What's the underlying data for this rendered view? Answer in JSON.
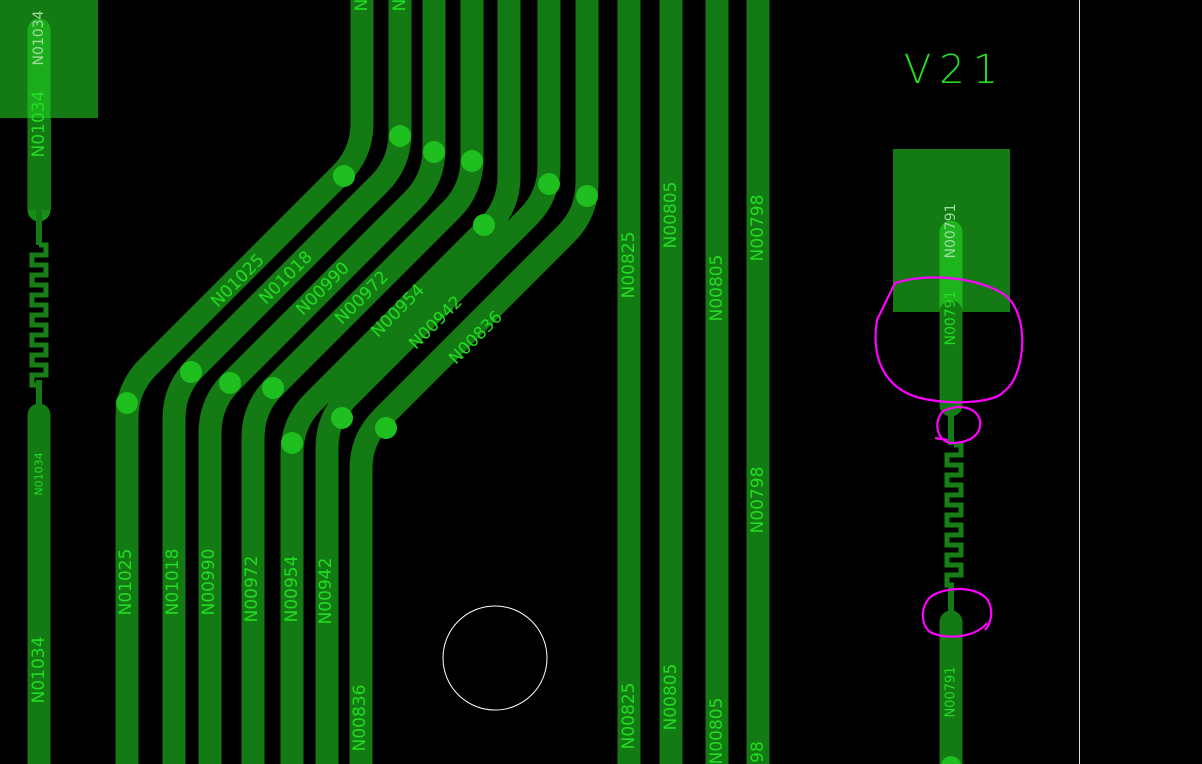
{
  "board": {
    "layer_label": "V21",
    "colors": {
      "trace": "#147a14",
      "via": "#1fbf1f",
      "text": "#22dd22",
      "markup": "#ff00ff",
      "background": "#000000"
    }
  },
  "nets": {
    "n01034": {
      "name": "N01034",
      "labels": [
        "N01034",
        "N01034",
        "N01034",
        "N01034"
      ]
    },
    "n01025": {
      "name": "N01025",
      "top_label": "N",
      "diag_label": "N01025",
      "bottom_label": "N01025"
    },
    "n01018": {
      "name": "N01018",
      "top_label": "N",
      "diag_label": "N01018",
      "bottom_label": "N01018"
    },
    "n00990": {
      "name": "N00990",
      "diag_label": "N00990",
      "bottom_label": "N00990"
    },
    "n00972": {
      "name": "N00972",
      "diag_label": "N00972",
      "bottom_label": "N00972"
    },
    "n00954": {
      "name": "N00954",
      "diag_label": "N00954",
      "bottom_label": "N00954"
    },
    "n00942": {
      "name": "N00942",
      "diag_label": "N00942",
      "bottom_label": "N00942"
    },
    "n00836": {
      "name": "N00836",
      "diag_label": "N00836",
      "bottom_label": "N00836"
    },
    "n00825": {
      "name": "N00825",
      "labels": [
        "N00825",
        "N00825"
      ]
    },
    "n00805a": {
      "name": "N00805",
      "labels": [
        "N00805",
        "N00805"
      ]
    },
    "n00805b": {
      "name": "N00805",
      "labels": [
        "N00805",
        "N00805"
      ]
    },
    "n00798": {
      "name": "N00798",
      "labels": [
        "N00798",
        "N00798",
        "98"
      ]
    },
    "n00791": {
      "name": "N00791",
      "labels": [
        "N00791",
        "N00791",
        "N00791"
      ]
    }
  }
}
